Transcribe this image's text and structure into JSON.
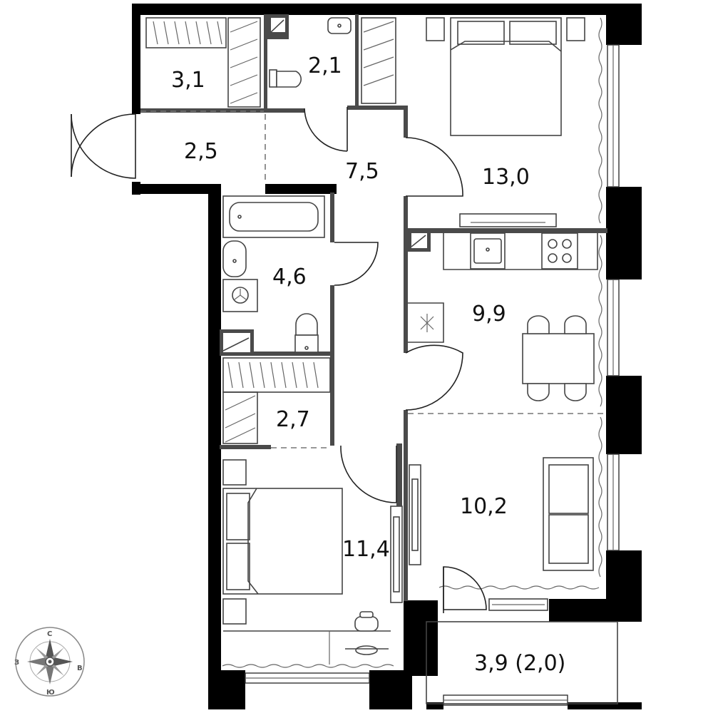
{
  "rooms": {
    "storage_top_left": "3,1",
    "toilet": "2,1",
    "entrance": "2,5",
    "hallway": "7,5",
    "bedroom_large": "13,0",
    "bathroom": "4,6",
    "kitchen": "9,9",
    "wardrobe": "2,7",
    "living_room": "10,2",
    "bedroom_small": "11,4",
    "balcony": "3,9 (2,0)"
  },
  "compass": {
    "north": "С",
    "south": "Ю",
    "west": "З",
    "east": "В"
  },
  "colors": {
    "outer_wall": "#000000",
    "inner_wall": "#4a4a4a",
    "fixture_stroke": "#444444"
  }
}
